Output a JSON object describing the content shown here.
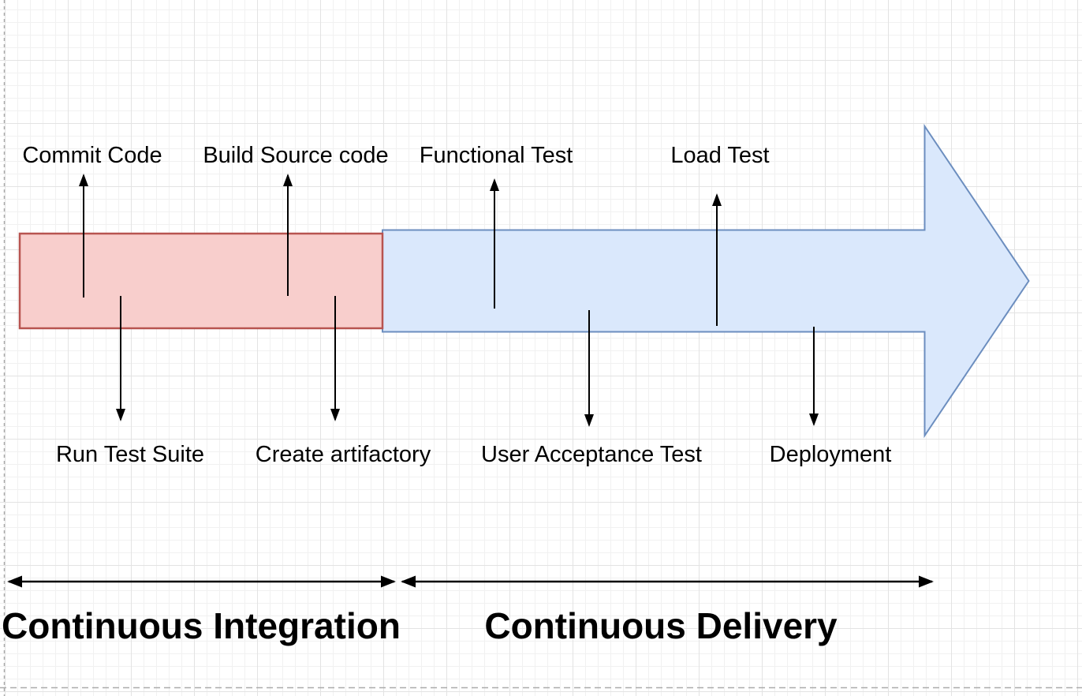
{
  "titles": {
    "ci": "Continuous Integration",
    "cd": "Continuous Delivery"
  },
  "steps": {
    "commit_code": "Commit Code",
    "build_source_code": "Build Source code",
    "functional_test": "Functional Test",
    "load_test": "Load Test",
    "run_test_suite": "Run Test Suite",
    "create_artifactory": "Create artifactory",
    "user_acceptance_test": "User Acceptance Test",
    "deployment": "Deployment"
  },
  "colors": {
    "ci_fill": "#F8CECC",
    "ci_stroke": "#B85450",
    "cd_fill": "#DAE8FC",
    "cd_stroke": "#6C8EBF",
    "connector": "#000000",
    "boundary": "#ababab",
    "text": "#000000"
  }
}
